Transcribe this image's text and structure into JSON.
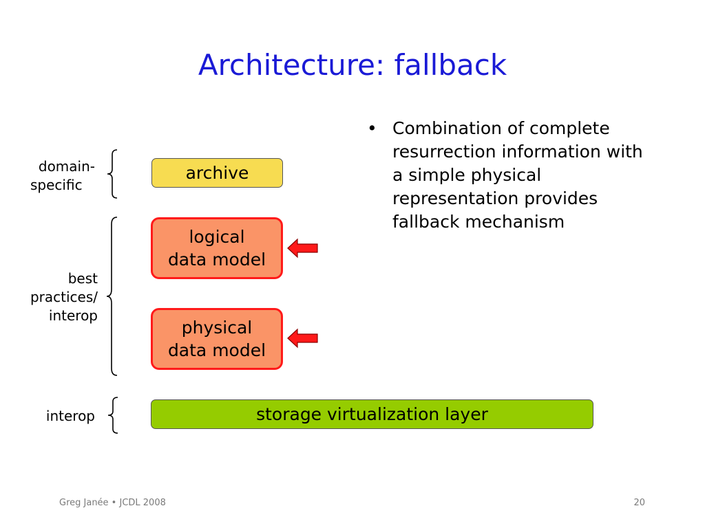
{
  "slide": {
    "title": "Architecture: fallback",
    "bullet_symbol": "•",
    "bullet_text": "Combination of complete resurrection information with a simple physical representation provides fallback mechanism"
  },
  "layers": {
    "archive": {
      "label": "archive",
      "color": "#f7dc51"
    },
    "logical": {
      "line1": "logical",
      "line2": "data model",
      "color": "#fa9467"
    },
    "physical": {
      "line1": "physical",
      "line2": "data model",
      "color": "#fa9467"
    },
    "storage": {
      "label": "storage virtualization layer",
      "color": "#95cc00"
    }
  },
  "groups": {
    "domain": {
      "line1": "domain-",
      "line2": "specific"
    },
    "best": {
      "line1": "best",
      "line2": "practices/",
      "line3": "interop"
    },
    "interop": {
      "label": "interop"
    }
  },
  "arrows": {
    "color": "#ff1a1a",
    "targets": [
      "logical data model",
      "physical data model"
    ]
  },
  "footer": {
    "left": "Greg Janée • JCDL 2008",
    "page": "20"
  }
}
